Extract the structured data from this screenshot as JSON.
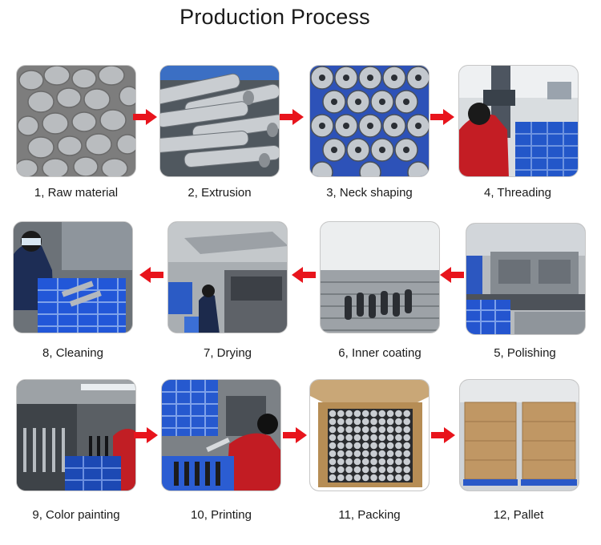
{
  "title": "Production Process",
  "arrow_color": "#e8141c",
  "steps": [
    {
      "label": "1, Raw material",
      "icon": "aluminum-slugs"
    },
    {
      "label": "2, Extrusion",
      "icon": "extruded-tubes"
    },
    {
      "label": "3, Neck shaping",
      "icon": "shaped-bottles"
    },
    {
      "label": "4, Threading",
      "icon": "threading-machine"
    },
    {
      "label": "5, Polishing",
      "icon": "polishing-line"
    },
    {
      "label": "6, Inner coating",
      "icon": "coating-conveyor"
    },
    {
      "label": "7, Drying",
      "icon": "drying-oven"
    },
    {
      "label": "8, Cleaning",
      "icon": "cleaning-station"
    },
    {
      "label": "9, Color painting",
      "icon": "painting-rack"
    },
    {
      "label": "10, Printing",
      "icon": "printing-station"
    },
    {
      "label": "11, Packing",
      "icon": "packed-box"
    },
    {
      "label": "12, Pallet",
      "icon": "pallet-stacks"
    }
  ]
}
